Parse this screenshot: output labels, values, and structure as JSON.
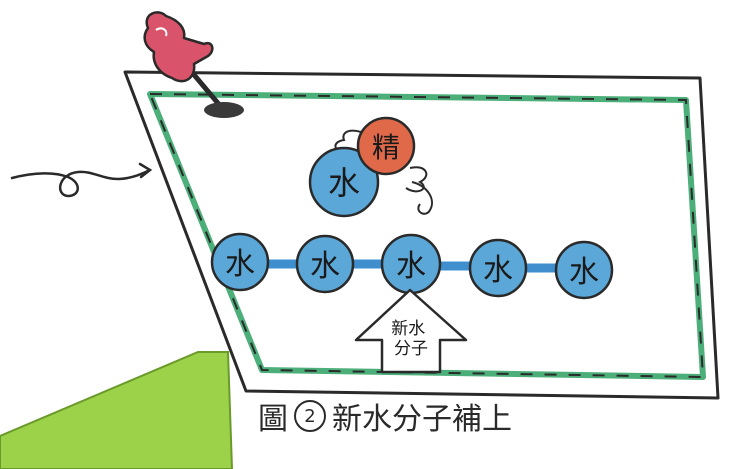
{
  "bubbles": {
    "water": "水",
    "spirit": "精",
    "new_water_molecule": "新水分子"
  },
  "chain": [
    "水",
    "水",
    "水",
    "水",
    "水"
  ],
  "caption": {
    "fig_char": "圖",
    "fig_number": "2",
    "text": "新水分子補上"
  },
  "colors": {
    "water_molecule": "#5ba8d8",
    "spirit_molecule": "#e0694a",
    "bond": "#3f8fcf",
    "membrane_border": "#4caf7a",
    "pin": "#d9546a",
    "green_strip": "#9bd24a"
  }
}
